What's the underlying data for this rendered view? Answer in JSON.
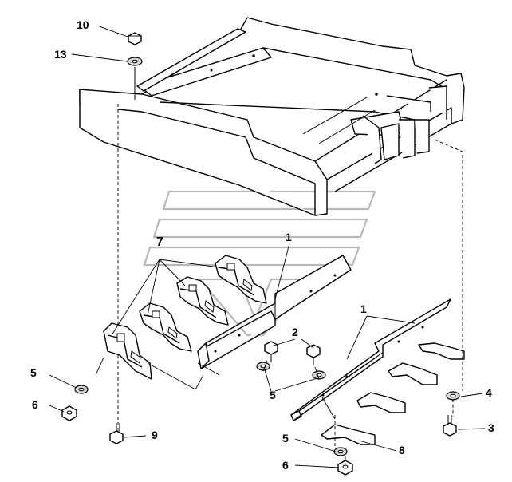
{
  "callouts": {
    "c10": "10",
    "c13": "13",
    "c7": "7",
    "c1_top": "1",
    "c1_right": "1",
    "c2": "2",
    "c5_left": "5",
    "c5_mid": "5",
    "c5_bottom": "5",
    "c6_left": "6",
    "c6_bottom": "6",
    "c9": "9",
    "c4": "4",
    "c3": "3",
    "c8": "8"
  },
  "colors": {
    "line": "#000000",
    "background": "#ffffff",
    "watermark": "#b8b8b8"
  }
}
